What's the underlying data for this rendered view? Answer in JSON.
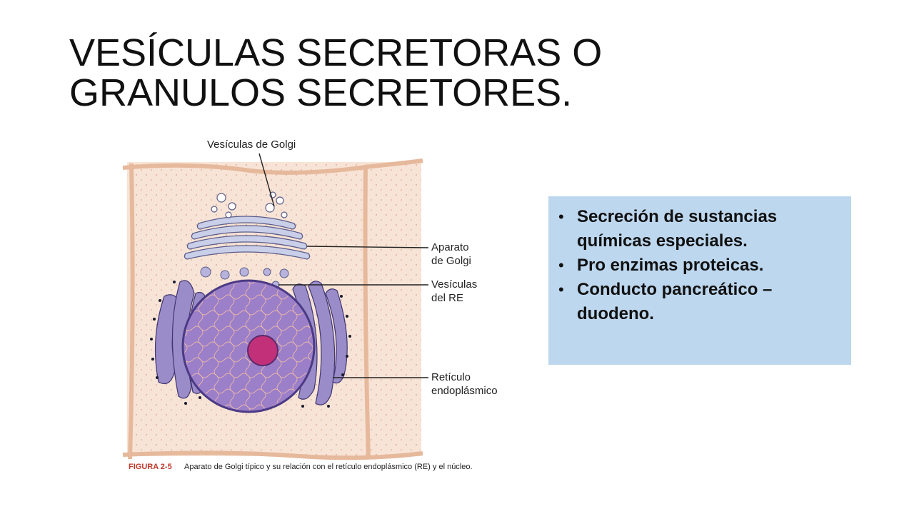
{
  "slide": {
    "title_lines": [
      "VESÍCULAS SECRETORAS O",
      "GRANULOS SECRETORES."
    ]
  },
  "figure": {
    "labels": {
      "golgi_vesicles": "Vesículas de Golgi",
      "golgi_apparatus_line1": "Aparato",
      "golgi_apparatus_line2": "de Golgi",
      "er_vesicles_line1": "Vesículas",
      "er_vesicles_line2": "del RE",
      "er_line1": "Retículo",
      "er_line2": "endoplásmico"
    },
    "caption": {
      "number": "FIGURA 2-5",
      "text": "Aparato de Golgi típico y su relación con el retículo endoplásmico (RE) y el núcleo."
    },
    "colors": {
      "cytoplasm": "#f7e4d6",
      "membrane": "#e6b99c",
      "golgi": "#c9cfe8",
      "er": "#9a8cc8",
      "nucleus": "#9c7fc9",
      "nucleolus": "#c2307a"
    }
  },
  "info_box": {
    "background": "#bdd7ee",
    "bullet_icon": "bullet-dot",
    "items": [
      "Secreción de sustancias químicas especiales.",
      "Pro enzimas proteicas.",
      "Conducto pancreático – duodeno."
    ]
  }
}
